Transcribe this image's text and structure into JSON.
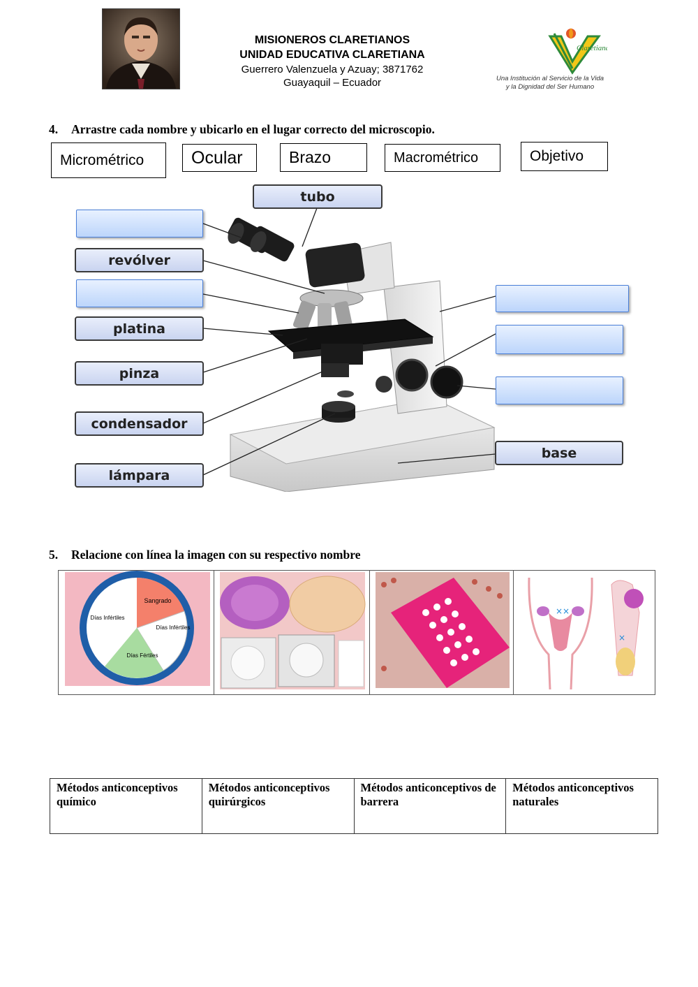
{
  "header": {
    "line1": "MISIONEROS CLARETIANOS",
    "line2": "UNIDAD EDUCATIVA CLARETIANA",
    "line3": "Guerrero Valenzuela y Azuay; 3871762",
    "line4": "Guayaquil – Ecuador",
    "logo_caption_1": "Una Institución al Servicio de la Vida",
    "logo_caption_2": "y la Dignidad del Ser Humano",
    "logo_word": "Claretiana"
  },
  "q4": {
    "number": "4.",
    "text": "Arrastre cada nombre y ubicarlo en el lugar correcto del microscopio.",
    "words": [
      "Micrométrico",
      "Ocular",
      "Brazo",
      "Macrométrico",
      "Objetivo"
    ],
    "labels": {
      "tubo": "tubo",
      "revolver": "revólver",
      "platina": "platina",
      "pinza": "pinza",
      "condensador": "condensador",
      "lampara": "lámpara",
      "base": "base"
    }
  },
  "q5": {
    "number": "5.",
    "text": "Relacione con línea la imagen con su respectivo nombre",
    "calendar": {
      "sangrado": "Sangrado",
      "dias_infertiles_1": "Días Infértiles",
      "dias_infertiles_2": "Días Infértiles",
      "dias_fertiles": "Días Fértiles"
    },
    "methods": [
      "Métodos anticonceptivos químico",
      "Métodos anticonceptivos quirúrgicos",
      "Métodos anticonceptivos de barrera",
      "Métodos anticonceptivos naturales"
    ]
  },
  "colors": {
    "label_fill": "#c9d4f0",
    "drop_fill": "#bcd5fb",
    "calendar_bg": "#f3b8c2",
    "sangrado": "#f4806b",
    "fertiles": "#a8dca0"
  }
}
